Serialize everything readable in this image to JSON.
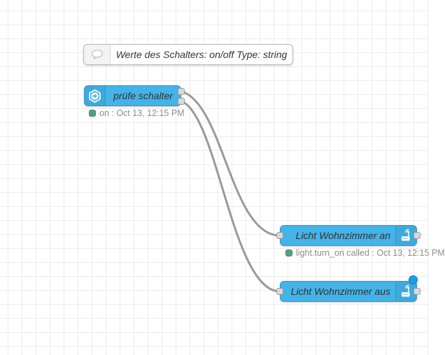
{
  "flow": {
    "comment_node": {
      "label": "Werte des Schalters: on/off Type: string",
      "icon": "speech-bubble-icon"
    },
    "switch_node": {
      "label": "prüfe schalter",
      "icon": "hexagon-arrow-icon",
      "outputs": 2,
      "status": "on : Oct 13, 12:15 PM"
    },
    "light_on_node": {
      "label": "Licht Wohnzimmer an",
      "icon": "router-antenna-icon",
      "status": "light.turn_on called : Oct 13, 12:15 PM"
    },
    "light_off_node": {
      "label": "Licht Wohnzimmer aus",
      "icon": "router-antenna-icon",
      "changed_badge": true
    }
  },
  "colors": {
    "node_blue": "#43b3e8",
    "node_blue_border": "#3697c6",
    "comment_bg": "#ffffff",
    "comment_border": "#b8b8b8",
    "wire_gray": "#999999",
    "port_fill": "#d9d9d9",
    "port_border": "#999999",
    "status_green": "#4fa381",
    "status_text_gray": "#8c8c8c",
    "changed_badge_blue": "#1da0e2",
    "grid_line": "#ececec"
  }
}
